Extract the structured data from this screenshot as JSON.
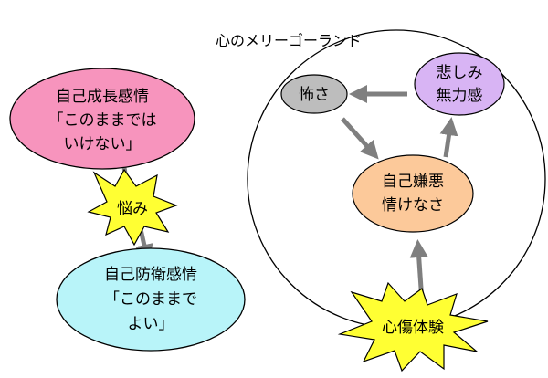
{
  "diagram": {
    "cycle_title": "心のメリーゴーランド",
    "nodes": {
      "growth": {
        "lines": [
          "自己成長感情",
          "「このままでは",
          "いけない」"
        ],
        "color": "#f794bd"
      },
      "worry": {
        "label": "悩み",
        "color": "#ffff33"
      },
      "defense": {
        "lines": [
          "自己防衛感情",
          "「このままで",
          "よい」"
        ],
        "color": "#b8f4f9"
      },
      "fear": {
        "label": "怖さ",
        "color": "#bdbdbd"
      },
      "sad": {
        "lines": [
          "悲しみ",
          "無力感"
        ],
        "color": "#d8b4f4"
      },
      "selfhate": {
        "lines": [
          "自己嫌悪",
          "情けなさ"
        ],
        "color": "#fcc99a"
      },
      "trauma": {
        "label": "心傷体験",
        "color": "#ffff33"
      }
    },
    "arrow_color": "#7f7f7f"
  }
}
